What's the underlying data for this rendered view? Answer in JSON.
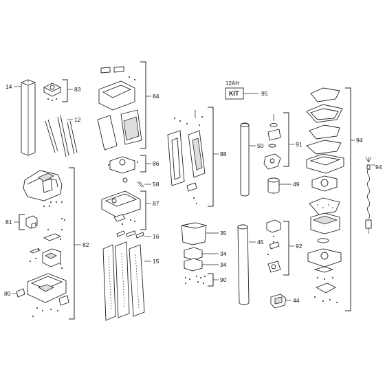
{
  "callouts": {
    "c14": "14",
    "c83": "83",
    "c12": "12",
    "c84": "84",
    "c88": "88",
    "c12ah": "12AH",
    "c_kit": "KIT",
    "c95": "95",
    "c50": "50",
    "c91": "91",
    "c94a": "94",
    "c94b": "94",
    "c86": "86",
    "c58": "58",
    "c49": "49",
    "c87": "87",
    "c81": "81",
    "c82": "82",
    "c16": "16",
    "c35": "35",
    "c45": "45",
    "c92": "92",
    "c15": "15",
    "c34a": "34",
    "c34b": "34",
    "c90": "90",
    "c80": "80",
    "c44": "44"
  }
}
